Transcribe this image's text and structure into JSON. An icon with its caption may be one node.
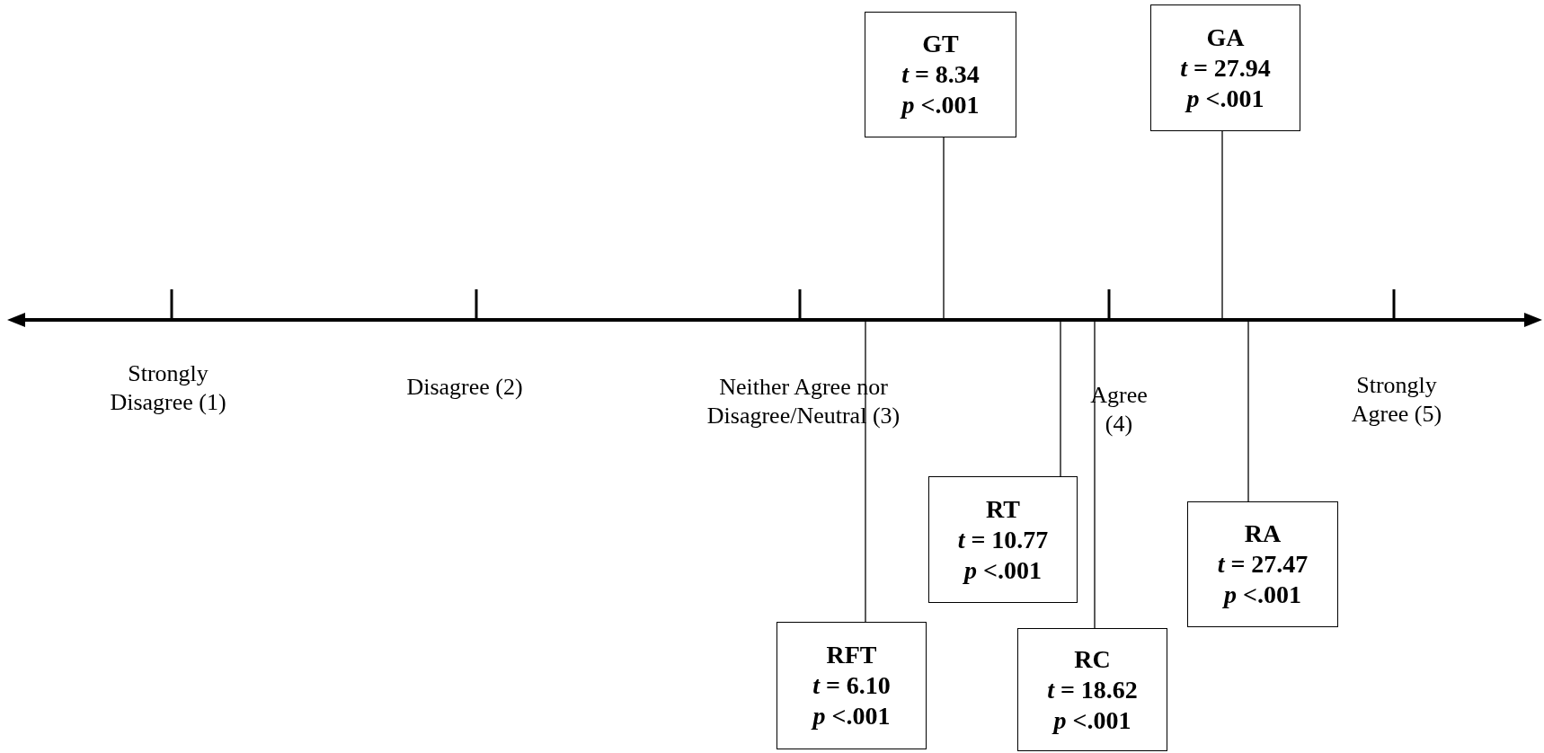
{
  "diagram": {
    "nodes": [
      {
        "text": [
          "GT",
          "*t* = 8.34",
          "*p* <.001"
        ]
      },
      {
        "text": [
          "GA",
          "*t* = 27.94",
          "*p* <.001"
        ]
      },
      {
        "text": [
          "RT",
          "*t* = 10.77",
          "*p* <.001"
        ]
      },
      {
        "text": [
          "RA",
          "*t* = 27.47",
          "*p* <.001"
        ]
      },
      {
        "text": [
          "RFT",
          "*t* = 6.10",
          "*p* <.001"
        ]
      },
      {
        "text": [
          "RC",
          "*t* = 18.62",
          "*p* <.001"
        ]
      }
    ],
    "edges": [
      {
        "from": 0,
        "to": null,
        "arrow": "none"
      },
      {
        "from": 1,
        "to": null,
        "arrow": "none"
      },
      {
        "from": 2,
        "to": null,
        "arrow": "none"
      },
      {
        "from": 3,
        "to": null,
        "arrow": "none"
      },
      {
        "from": 4,
        "to": null,
        "arrow": "none"
      },
      {
        "from": 5,
        "to": null,
        "arrow": "none"
      }
    ],
    "labels": [
      "Strongly Disagree (1)",
      "Disagree (2)",
      "Neither Agree nor Disagree/Neutral (3)",
      "Agree (4)",
      "Strongly Agree (5)"
    ]
  }
}
